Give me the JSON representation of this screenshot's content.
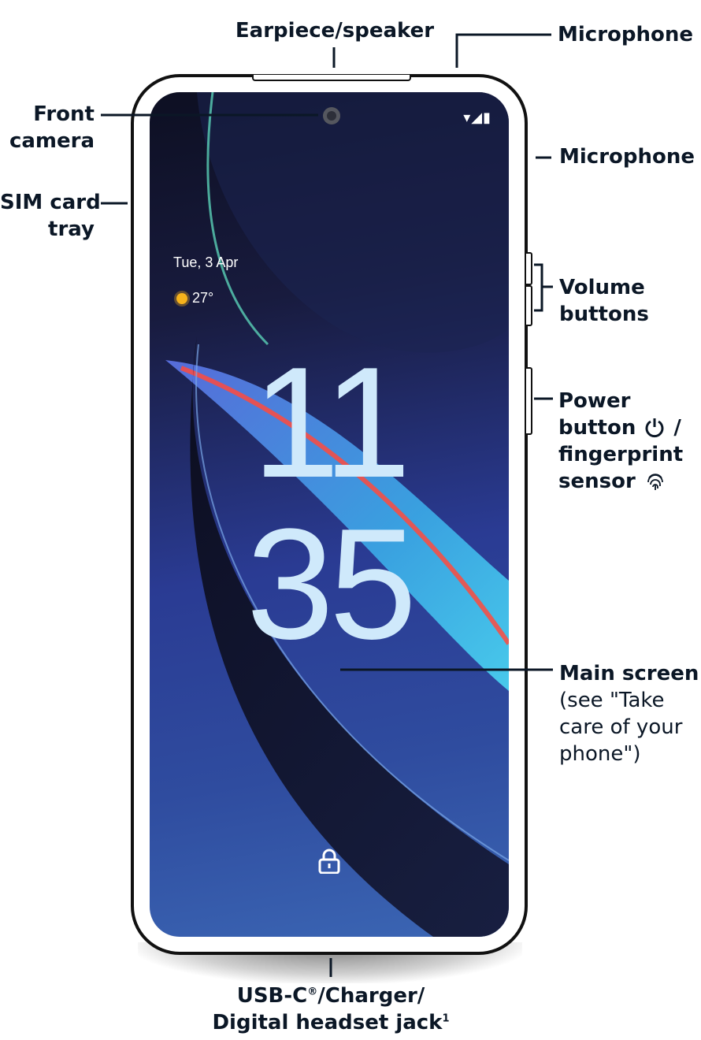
{
  "labels": {
    "earpiece": "Earpiece/speaker",
    "microphone_top": "Microphone",
    "front_camera_line1": "Front",
    "front_camera_line2": "camera",
    "microphone_side": "Microphone",
    "sim_line1": "SIM card",
    "sim_line2": "tray",
    "volume_line1": "Volume",
    "volume_line2": "buttons",
    "power_line1": "Power",
    "power_line2": "button",
    "power_line3": "fingerprint",
    "power_line4": "sensor",
    "main_line1": "Main screen",
    "main_line2": "(see \"Take",
    "main_line3": "care of your",
    "main_line4": "phone\")",
    "usb_line1": "USB-C",
    "usb_line1_sup": "®",
    "usb_line1_rest": "/Charger/",
    "usb_line2": "Digital headset jack",
    "usb_line2_sup": "1"
  },
  "screen": {
    "date": "Tue, 3 Apr",
    "temperature": "27°",
    "clock_hours": "11",
    "clock_minutes": "35"
  },
  "icons": [
    "power-icon",
    "fingerprint-icon",
    "lock-icon",
    "wifi-icon",
    "signal-icon",
    "battery-icon",
    "sun-icon"
  ]
}
